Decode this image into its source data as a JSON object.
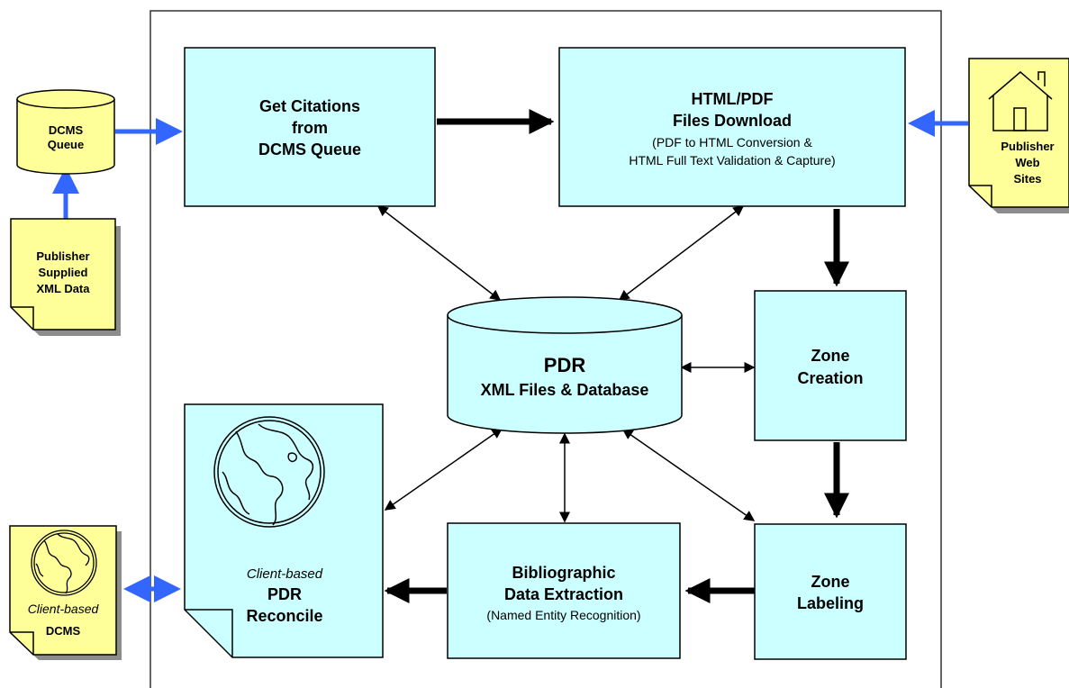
{
  "colors": {
    "box_fill": "#ccffff",
    "note_fill": "#ffff99",
    "shadow": "#8c8c8c",
    "blue_arrow": "#3366ff",
    "black": "#000000",
    "frame": "#333333"
  },
  "nodes": {
    "dcms_queue": {
      "line1": "DCMS",
      "line2": "Queue"
    },
    "publisher_xml": {
      "line1": "Publisher",
      "line2": "Supplied",
      "line3": "XML Data"
    },
    "get_citations": {
      "line1": "Get Citations",
      "line2": "from",
      "line3": "DCMS Queue"
    },
    "html_pdf": {
      "line1": "HTML/PDF",
      "line2": "Files Download",
      "line3": "(PDF to HTML Conversion &",
      "line4": "HTML Full Text Validation & Capture)"
    },
    "publisher_web": {
      "line1": "Publisher",
      "line2": "Web",
      "line3": "Sites"
    },
    "pdr_db": {
      "line1": "PDR",
      "line2": "XML Files & Database"
    },
    "zone_creation": {
      "line1": "Zone",
      "line2": "Creation"
    },
    "pdr_reconcile": {
      "line1": "Client-based",
      "line2": "PDR",
      "line3": "Reconcile"
    },
    "bib_extraction": {
      "line1": "Bibliographic",
      "line2": "Data Extraction",
      "line3": "(Named Entity Recognition)"
    },
    "zone_labeling": {
      "line1": "Zone",
      "line2": "Labeling"
    },
    "client_dcms": {
      "line1": "Client-based",
      "line2": "DCMS"
    }
  },
  "icons": {
    "house": "house-icon",
    "globe": "globe-icon"
  }
}
